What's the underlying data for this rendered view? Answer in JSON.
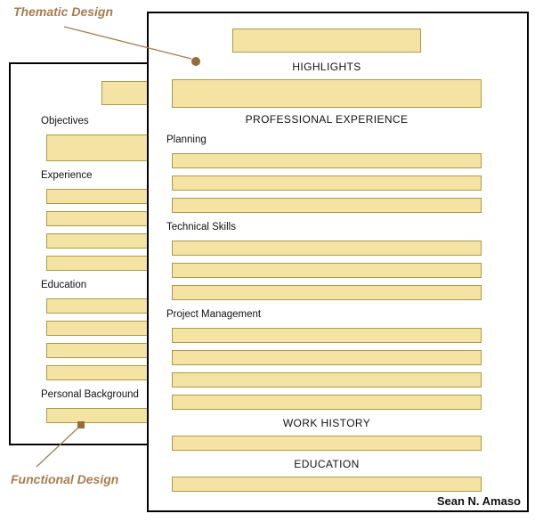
{
  "annotations": {
    "thematic_label": "Thematic Design",
    "functional_label": "Functional Design"
  },
  "colors": {
    "bar_fill": "#F5E3A3",
    "bar_border": "#AA9A4A",
    "annotation_brown": "#A87C50",
    "marker_brown": "#996B38",
    "page_border": "#000000"
  },
  "thematic_page": {
    "blocks": [
      {
        "type": "banner_bar"
      },
      {
        "type": "heading",
        "text": "HIGHLIGHTS"
      },
      {
        "type": "tall_bar"
      },
      {
        "type": "heading",
        "text": "PROFESSIONAL EXPERIENCE"
      },
      {
        "type": "label",
        "text": "Planning"
      },
      {
        "type": "bar"
      },
      {
        "type": "bar"
      },
      {
        "type": "bar"
      },
      {
        "type": "label",
        "text": "Technical Skills"
      },
      {
        "type": "bar"
      },
      {
        "type": "bar"
      },
      {
        "type": "bar"
      },
      {
        "type": "label",
        "text": "Project Management"
      },
      {
        "type": "bar"
      },
      {
        "type": "bar"
      },
      {
        "type": "bar"
      },
      {
        "type": "bar"
      },
      {
        "type": "heading",
        "text": "WORK HISTORY"
      },
      {
        "type": "bar"
      },
      {
        "type": "heading",
        "text": "EDUCATION"
      },
      {
        "type": "bar"
      }
    ],
    "signature": "Sean N. Amaso"
  },
  "functional_page": {
    "blocks": [
      {
        "type": "banner_bar"
      },
      {
        "type": "label",
        "text": "Objectives"
      },
      {
        "type": "tall_bar"
      },
      {
        "type": "label",
        "text": "Experience"
      },
      {
        "type": "bar"
      },
      {
        "type": "bar"
      },
      {
        "type": "bar"
      },
      {
        "type": "bar"
      },
      {
        "type": "label",
        "text": "Education"
      },
      {
        "type": "bar"
      },
      {
        "type": "bar"
      },
      {
        "type": "bar"
      },
      {
        "type": "bar"
      },
      {
        "type": "label",
        "text": "Personal Background"
      },
      {
        "type": "bar"
      }
    ]
  }
}
